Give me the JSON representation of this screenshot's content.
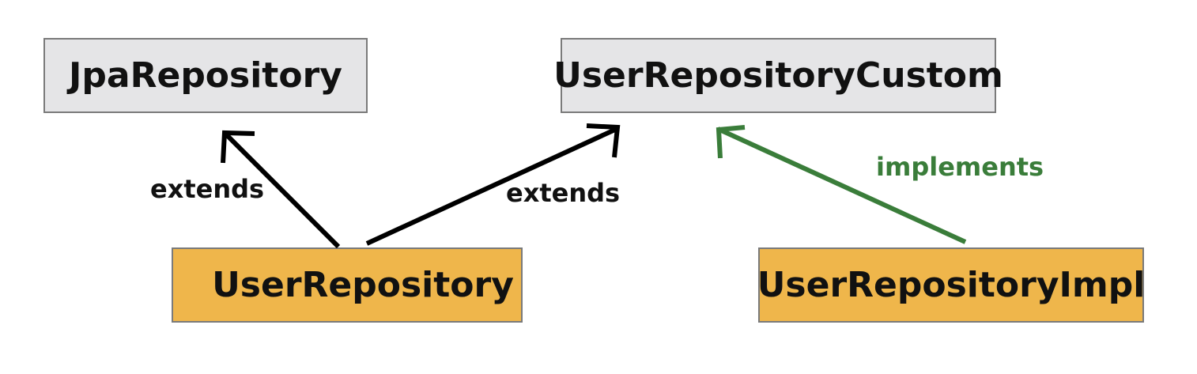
{
  "nodes": {
    "jpa_repository": "JpaRepository",
    "user_repository_custom": "UserRepositoryCustom",
    "user_repository": "UserRepository",
    "user_repository_impl": "UserRepositoryImpl"
  },
  "edges": {
    "user_repository_to_jpa": "extends",
    "user_repository_to_custom": "extends",
    "impl_to_custom": "implements"
  },
  "colors": {
    "interface_fill": "#e5e5e7",
    "concrete_fill": "#efb64b",
    "extends_arrow": "#000000",
    "implements_arrow": "#3a7d3a"
  }
}
